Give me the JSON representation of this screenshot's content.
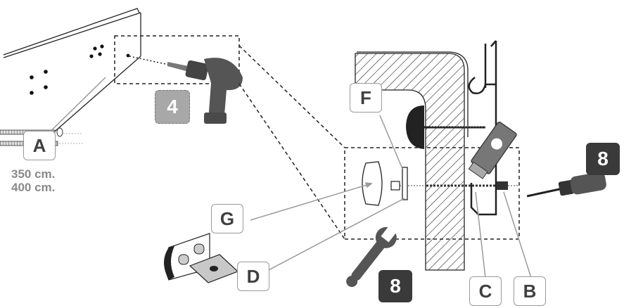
{
  "labels": {
    "a": "A",
    "b": "B",
    "c": "C",
    "d": "D",
    "f": "F",
    "g": "G"
  },
  "steps": {
    "drill_step": "4",
    "screwdriver_step": "8",
    "wrench_step": "8"
  },
  "measurements": {
    "first": "350 cm.",
    "second": "400 cm."
  },
  "colors": {
    "label_border": "#9a9a9a",
    "dark_badge": "#3a3a3a",
    "gray_badge": "#a8a8a8",
    "line_art": "#222222",
    "measurement_text": "#8a8a8a"
  },
  "icons": [
    "drill-icon",
    "screwdriver-icon",
    "wrench-icon",
    "wall-anchor-icon",
    "washer-icon",
    "bracket-icon",
    "screw-icon"
  ]
}
